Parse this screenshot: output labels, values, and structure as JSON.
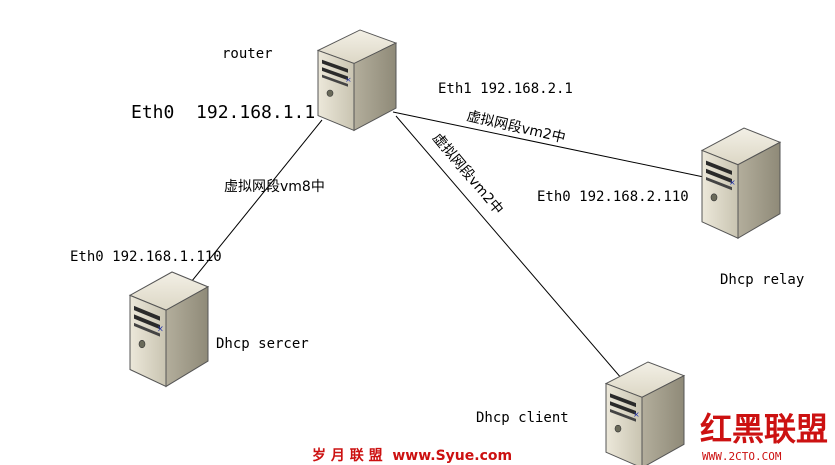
{
  "nodes": {
    "router": {
      "label": "router"
    },
    "dhcp_server": {
      "label": "Dhcp sercer"
    },
    "dhcp_relay": {
      "label": "Dhcp relay"
    },
    "dhcp_client": {
      "label": "Dhcp client"
    }
  },
  "interfaces": {
    "router_eth0": "Eth0  192.168.1.1",
    "router_eth1": "Eth1 192.168.2.1",
    "server_eth0": "Eth0 192.168.1.110",
    "relay_eth0": "Eth0 192.168.2.110"
  },
  "links": {
    "router_server": "虚拟网段vm8中",
    "router_relay": "虚拟网段vm2中",
    "router_client": "虚拟网段vm2中"
  },
  "watermarks": {
    "bottom_center": "岁 月 联 盟  www.Syue.com",
    "bottom_right_logo": "红黑联盟",
    "bottom_right_url": "WWW.2CTO.COM"
  },
  "colors": {
    "line": "#000000",
    "server_front": "#d9d4c2",
    "server_side": "#a8a391",
    "watermark_red": "#cc1111"
  }
}
